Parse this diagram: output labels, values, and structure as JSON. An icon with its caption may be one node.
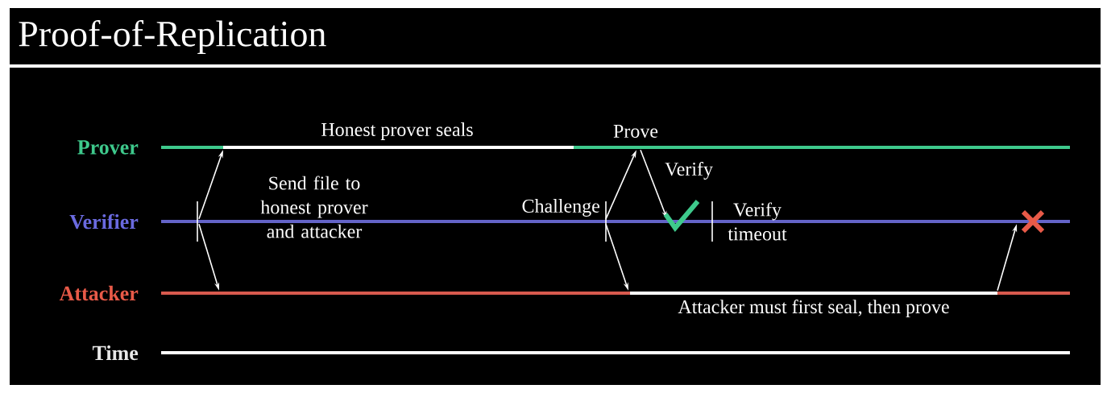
{
  "diagram": {
    "title": "Proof-of-Replication",
    "nodes": [
      {
        "text": [
          "Prover"
        ]
      },
      {
        "text": [
          "Verifier"
        ]
      },
      {
        "text": [
          "Attacker"
        ]
      },
      {
        "text": [
          "Time"
        ]
      }
    ],
    "edges": [
      {
        "from": 1,
        "to": 0,
        "arrow": "to"
      },
      {
        "from": 1,
        "to": 2,
        "arrow": "to"
      },
      {
        "from": 1,
        "to": 0,
        "arrow": "to"
      },
      {
        "from": 1,
        "to": 2,
        "arrow": "to"
      },
      {
        "from": 0,
        "to": 1,
        "arrow": "to"
      },
      {
        "from": 2,
        "to": 1,
        "arrow": "to"
      }
    ],
    "labels": [
      "Honest prover seals",
      "Prove",
      "Send file to honest prover and attacker",
      "Challenge",
      "Verify",
      "Verify timeout",
      "Attacker must first seal, then prove"
    ]
  }
}
